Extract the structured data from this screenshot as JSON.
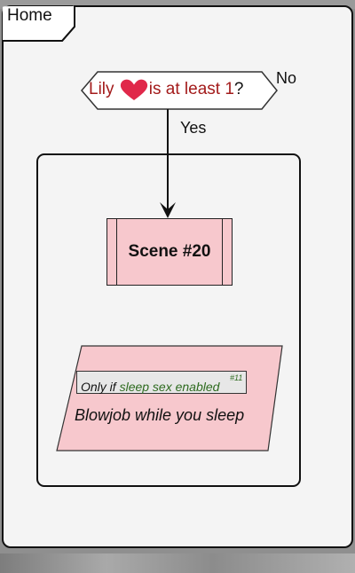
{
  "frame": {
    "title": "Home"
  },
  "condition": {
    "prefix": "Lily",
    "icon": "heart-icon",
    "suffix": "is at least 1",
    "question_mark": "?",
    "no_label": "No",
    "yes_label": "Yes"
  },
  "scene": {
    "label": "Scene #20"
  },
  "event": {
    "only_if_prefix": "Only if",
    "only_if_option": "sleep sex enabled",
    "only_if_number": "#11",
    "text": "Blowjob while you sleep"
  },
  "colors": {
    "frame_bg": "#f4f4f4",
    "node_pink": "#f7c8cd",
    "heart_red": "#e0284a",
    "condition_text": "#a31b1b",
    "option_green": "#2e6b1f"
  }
}
